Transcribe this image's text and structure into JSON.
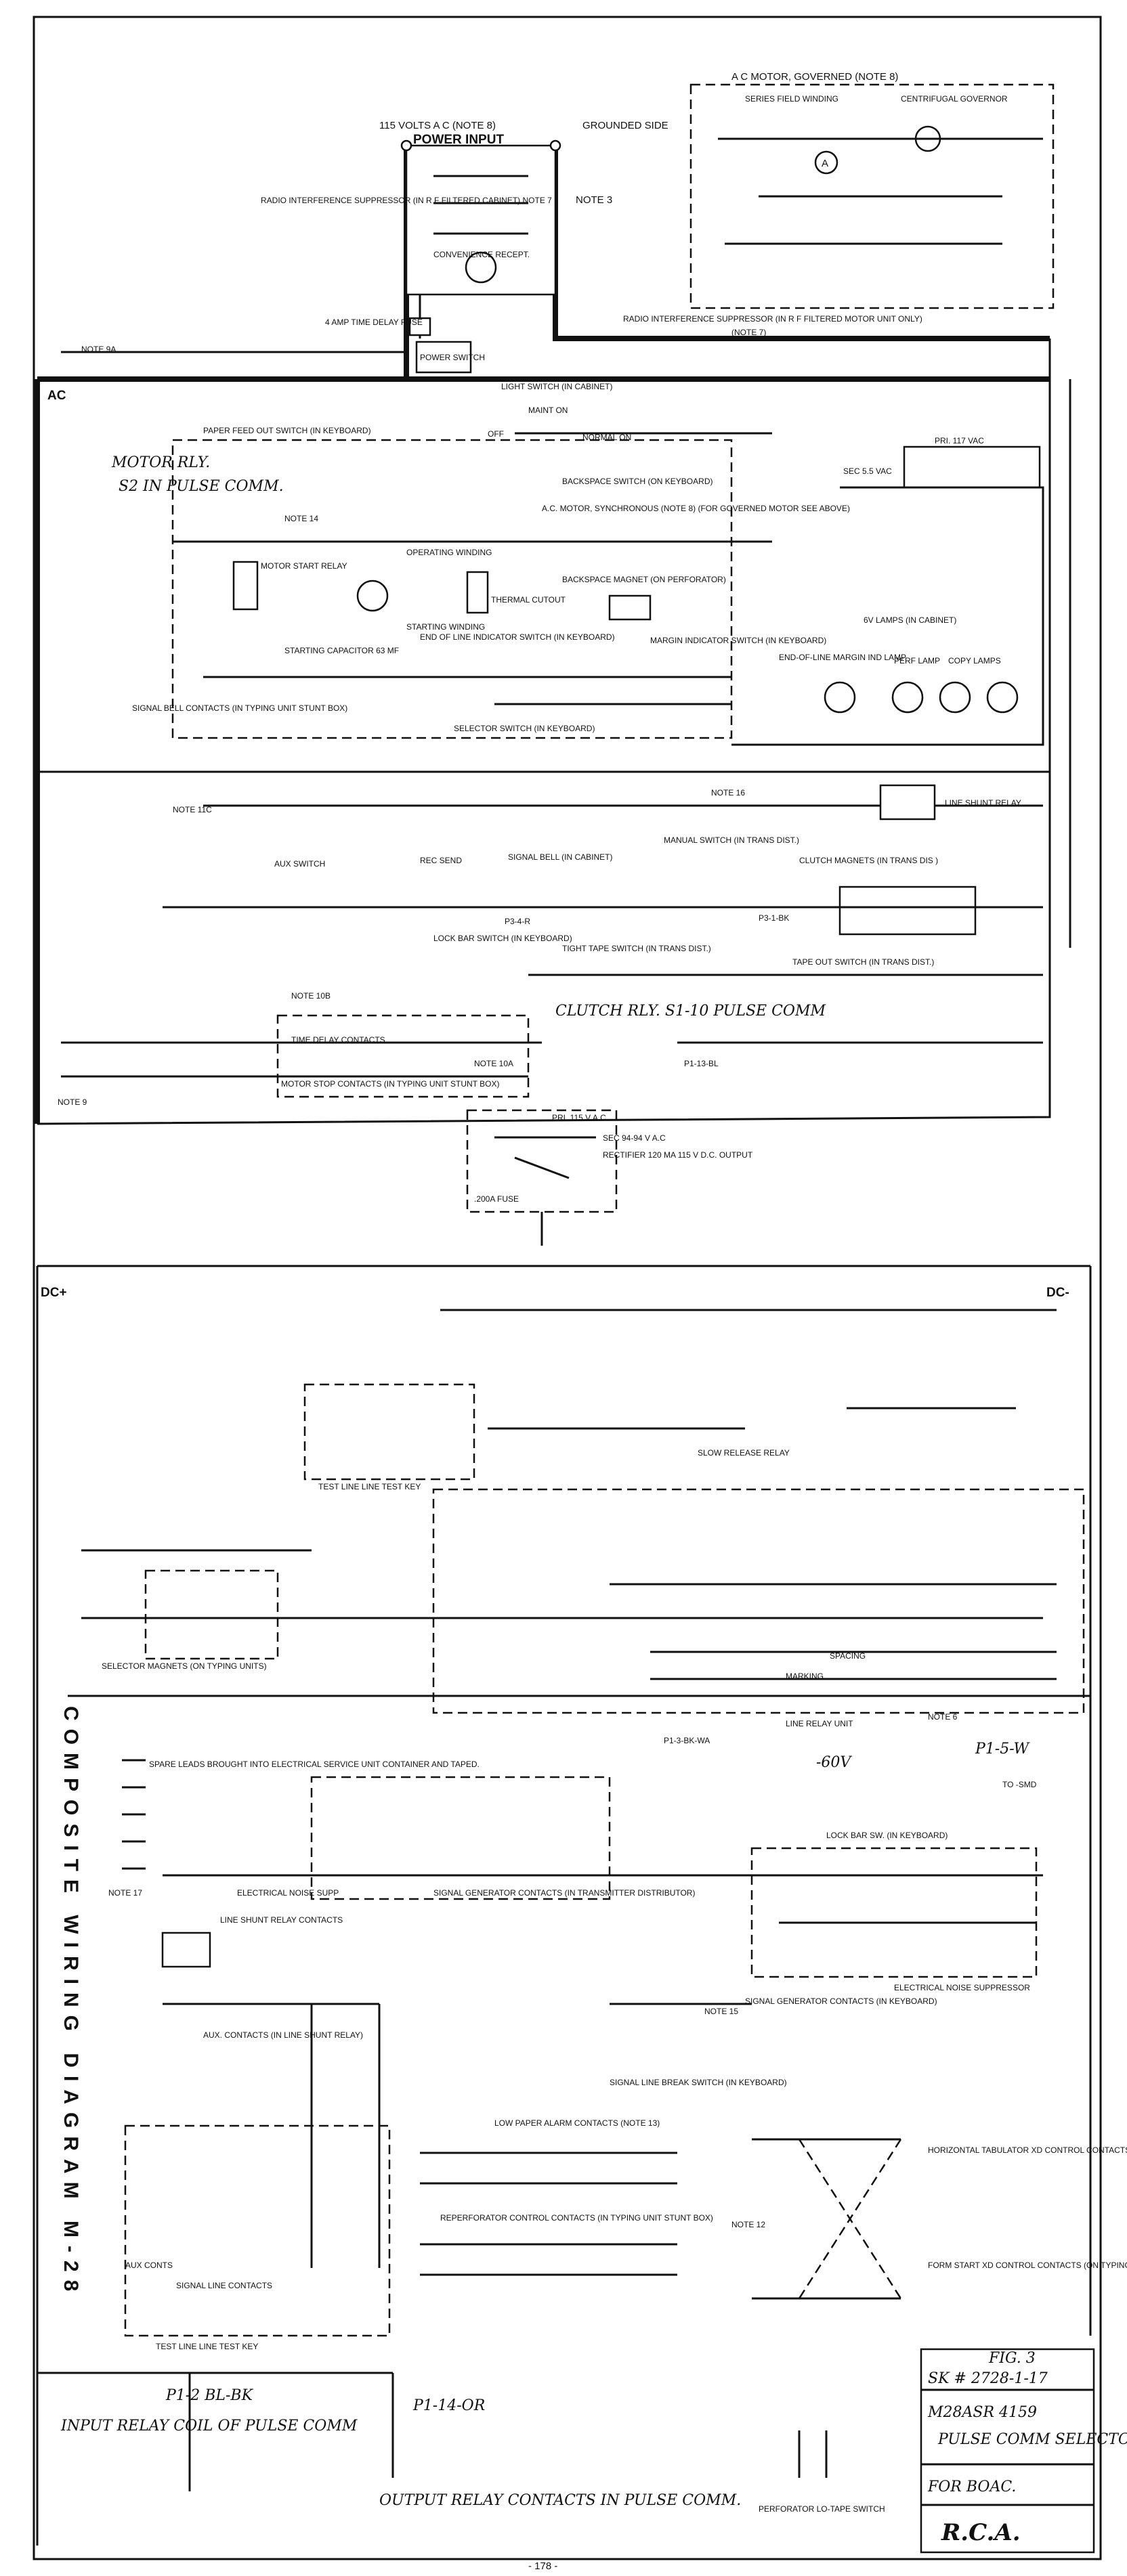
{
  "diagram": {
    "side_title": "COMPOSITE WIRING DIAGRAM M-28",
    "page_number": "- 178 -",
    "rails": {
      "ac": "AC",
      "dc_plus": "DC+",
      "dc_minus": "DC-"
    },
    "power": {
      "input_note": "115 VOLTS A C (NOTE 8)",
      "power_input": "POWER INPUT",
      "grounded_side": "GROUNDED SIDE",
      "suppressor": "RADIO INTERFERENCE SUPPRESSOR (IN R F FILTERED CABINET) NOTE 7",
      "convenience": "CONVENIENCE RECEPT.",
      "fuse": "4 AMP TIME DELAY FUSE",
      "power_switch": "POWER SWITCH",
      "light_switch": "LIGHT SWITCH (IN CABINET)",
      "maint_on": "MAINT ON",
      "off": "OFF",
      "normal_on": "NORMAL ON",
      "note_3": "NOTE 3",
      "note_9a": "NOTE 9A"
    },
    "motor": {
      "title": "A C MOTOR, GOVERNED (NOTE 8)",
      "series_field": "SERIES FIELD WINDING",
      "governor": "CENTRIFUGAL GOVERNOR",
      "armature": "A",
      "suppressor": "RADIO INTERFERENCE SUPPRESSOR (IN R F FILTERED MOTOR UNIT ONLY)",
      "note_7": "(NOTE 7)"
    },
    "keyboard": {
      "paper_feed": "PAPER FEED OUT SWITCH (IN KEYBOARD)",
      "motor_rly": "MOTOR RLY.",
      "s2_pulse": "S2 IN PULSE COMM.",
      "motor_start": "MOTOR START RELAY",
      "operating_winding": "OPERATING WINDING",
      "starting_winding": "STARTING WINDING",
      "starting_capacitor": "STARTING CAPACITOR 63 MF",
      "thermal_cutout": "THERMAL CUTOUT",
      "backspace_switch": "BACKSPACE SWITCH (ON KEYBOARD)",
      "sync_motor": "A.C. MOTOR, SYNCHRONOUS (NOTE 8) (FOR GOVERNED MOTOR SEE ABOVE)",
      "backspace_magnet": "BACKSPACE MAGNET (ON PERFORATOR)",
      "end_of_line": "END OF LINE INDICATOR SWITCH (IN KEYBOARD)",
      "margin_indicator": "MARGIN INDICATOR SWITCH (IN KEYBOARD)",
      "selector_switch": "SELECTOR SWITCH (IN KEYBOARD)",
      "prt": "PRI. 117 VAC",
      "sec": "SEC 5.5 VAC",
      "lamp_eol": "END-OF-LINE MARGIN IND LAMP",
      "lamp_6v": "6V LAMPS (IN CABINET)",
      "lamp_perf": "PERF LAMP",
      "lamp_copy": "COPY LAMPS",
      "signal_bell_contacts": "SIGNAL BELL CONTACTS (IN TYPING UNIT STUNT BOX)",
      "note_11c": "NOTE 11C",
      "note_16": "NOTE 16",
      "note_14": "NOTE 14",
      "line_shunt_relay": "LINE SHUNT RELAY",
      "aux_switch": "AUX SWITCH",
      "rec_send": "REC SEND",
      "signal_bell": "SIGNAL BELL (IN CABINET)",
      "manual_switch": "MANUAL SWITCH (IN TRANS DIST.)",
      "clutch_magnets": "CLUTCH MAGNETS (IN TRANS DIS )",
      "lock_bar": "LOCK BAR SWITCH (IN KEYBOARD)",
      "tight_tape": "TIGHT TAPE SWITCH (IN TRANS DIST.)",
      "tape_out": "TAPE OUT SWITCH (IN TRANS DIST.)",
      "p3_4": "P3-4-R",
      "p3_1": "P3-1-BK",
      "clutch_rly": "CLUTCH RLY. S1-10 PULSE COMM",
      "p1_13": "P1-13-BL",
      "time_delay": "TIME DELAY CONTACTS",
      "motor_stop": "MOTOR STOP CONTACTS (IN TYPING UNIT STUNT BOX)",
      "note_10b": "NOTE 10B",
      "note_10a": "NOTE 10A",
      "note_9": "NOTE 9"
    },
    "rectifier": {
      "pri": "PRI. 115 V A.C.",
      "sec": "SEC 94-94 V A.C",
      "rect": "RECTIFIER 120 MA 115 V D.C. OUTPUT",
      "fuse": ".200A FUSE"
    },
    "dc_section": {
      "line_test_key": "TEST LINE LINE TEST KEY",
      "slow_release": "SLOW RELEASE RELAY",
      "selector_magnets": "SELECTOR MAGNETS (ON TYPING UNITS)",
      "spacing": "SPACING",
      "marking": "MARKING",
      "line_relay": "LINE RELAY UNIT",
      "v60": "-60V",
      "p1_5": "P1-5-W",
      "to_smd": "TO -SMD",
      "p1_3": "P1-3-BK-WA",
      "spare_leads": "SPARE LEADS BROUGHT INTO ELECTRICAL SERVICE UNIT CONTAINER AND TAPED.",
      "note_17": "NOTE 17",
      "electrical_noise": "ELECTRICAL NOISE SUPP",
      "signal_generator": "SIGNAL GENERATOR CONTACTS (IN TRANSMITTER DISTRIBUTOR)",
      "lock_bar_sw": "LOCK BAR SW. (IN KEYBOARD)",
      "signal_generator_kb": "SIGNAL GENERATOR CONTACTS (IN KEYBOARD)",
      "electrical_noise_kb": "ELECTRICAL NOISE SUPPRESSOR",
      "note_6": "NOTE 6",
      "line_shunt_contacts": "LINE SHUNT RELAY CONTACTS",
      "aux_contacts": "AUX. CONTACTS (IN LINE SHUNT RELAY)",
      "signal_line_break": "SIGNAL LINE BREAK SWITCH (IN KEYBOARD)",
      "note_15": "NOTE 15",
      "low_paper": "LOW PAPER ALARM CONTACTS (NOTE 13)",
      "reperforator": "REPERFORATOR CONTROL CONTACTS (IN TYPING UNIT STUNT BOX)",
      "horizontal_tabulator": "HORIZONTAL TABULATOR XD CONTROL CONTACTS (ON TYPING UNIT)",
      "note_12": "NOTE 12",
      "form_start": "FORM START XD CONTROL CONTACTS (ON TYPING UNIT)",
      "aux_conts": "AUX CONTS",
      "signal_line_contacts": "SIGNAL LINE CONTACTS",
      "test_line": "TEST LINE LINE TEST KEY",
      "p1_2": "P1-2 BL-BK",
      "p1_14": "P1-14-OR",
      "input_relay": "INPUT RELAY COIL OF PULSE COMM",
      "output_relay": "OUTPUT RELAY CONTACTS IN PULSE COMM.",
      "perforator_low_tape": "PERFORATOR LO-TAPE SWITCH"
    },
    "title_block": {
      "fig": "FIG. 3",
      "drawing": "SK # 2728-1-17",
      "model": "M28ASR 4159",
      "pulse": "PULSE COMM SELECTOR",
      "for": "FOR BOAC.",
      "company": "R.C.A."
    }
  }
}
